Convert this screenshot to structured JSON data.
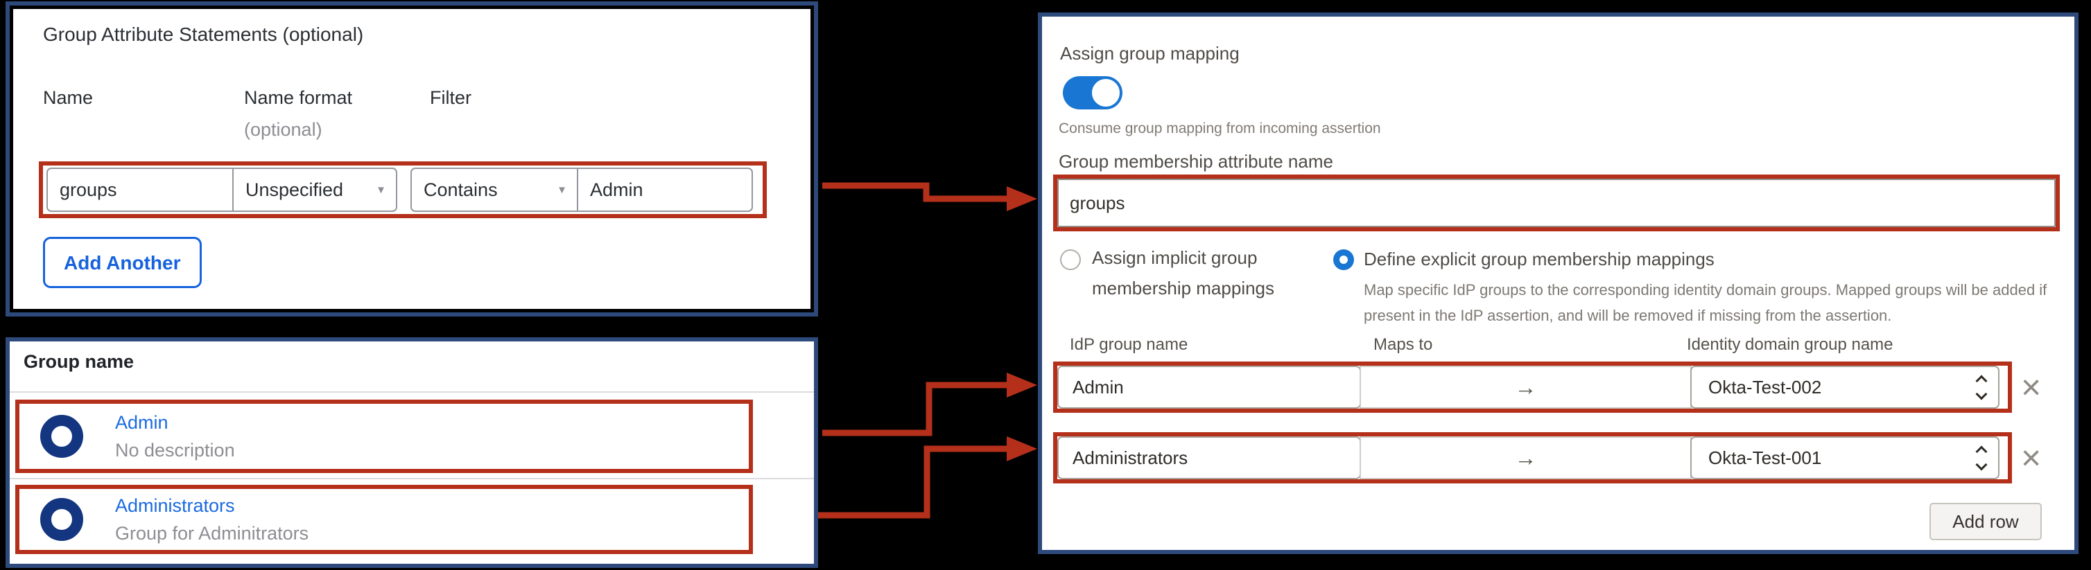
{
  "colors": {
    "highlight_red": "#b5301a",
    "panel_border_navy": "#2e4a7c",
    "okta_action_blue": "#1662dd",
    "toggle_blue": "#1976d2",
    "group_icon_navy": "#14357f",
    "group_link_blue": "#1a6be0"
  },
  "left_top_panel": {
    "title": "Group Attribute Statements (optional)",
    "col_name": "Name",
    "col_name_format": "Name format",
    "col_name_format_hint": "(optional)",
    "col_filter": "Filter",
    "row": {
      "name": "groups",
      "name_format": "Unspecified",
      "filter_op": "Contains",
      "filter_value": "Admin"
    },
    "add_button": "Add Another"
  },
  "left_bottom_panel": {
    "header": "Group name",
    "groups": [
      {
        "name": "Admin",
        "description": "No description"
      },
      {
        "name": "Administrators",
        "description": "Group for Adminitrators"
      }
    ]
  },
  "right_panel": {
    "toggle_label": "Assign group mapping",
    "toggle_state": "on",
    "toggle_hint": "Consume group mapping from incoming assertion",
    "attribute_label": "Group membership attribute name",
    "attribute_value": "groups",
    "radio_implicit_label": "Assign implicit group membership mappings",
    "radio_explicit_label": "Define explicit group membership mappings",
    "radio_explicit_description": "Map specific IdP groups to the corresponding identity domain groups. Mapped groups will be added if present in the IdP assertion, and will be removed if missing from the assertion.",
    "table": {
      "col_idp": "IdP group name",
      "col_maps_to": "Maps to",
      "col_domain": "Identity domain group name",
      "rows": [
        {
          "idp": "Admin",
          "domain": "Okta-Test-002"
        },
        {
          "idp": "Administrators",
          "domain": "Okta-Test-001"
        }
      ]
    },
    "add_row_button": "Add row"
  },
  "icons": {
    "dropdown_caret": "▼",
    "maps_to_arrow": "→",
    "close_x": "×"
  }
}
